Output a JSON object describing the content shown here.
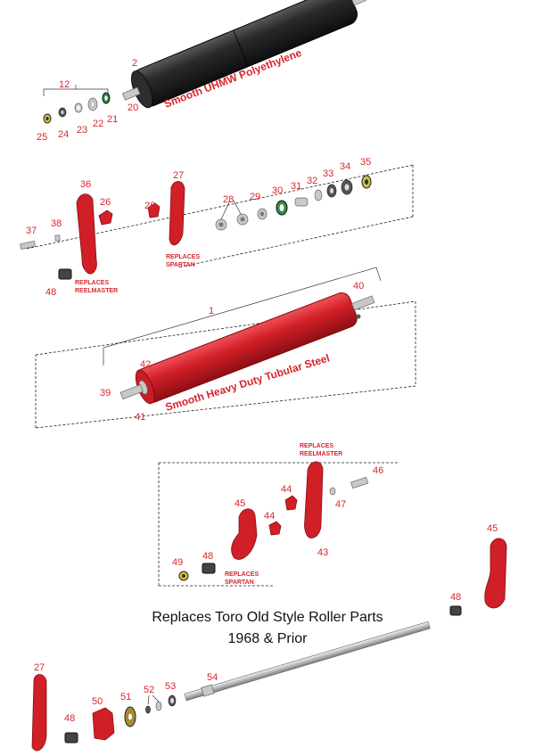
{
  "callouts": {
    "c1": "1",
    "c2": "2",
    "c12": "12",
    "c20": "20",
    "c21": "21",
    "c22": "22",
    "c23": "23",
    "c24": "24",
    "c25": "25",
    "c26a": "26",
    "c26b": "26",
    "c27a": "27",
    "c27b": "27",
    "c28": "28",
    "c29": "29",
    "c30": "30",
    "c31": "31",
    "c32": "32",
    "c33": "33",
    "c34": "34",
    "c35": "35",
    "c36": "36",
    "c37": "37",
    "c38": "38",
    "c39": "39",
    "c40": "40",
    "c41": "41",
    "c42": "42",
    "c43": "43",
    "c44a": "44",
    "c44b": "44",
    "c45a": "45",
    "c45b": "45",
    "c46": "46",
    "c47": "47",
    "c48a": "48",
    "c48b": "48",
    "c48c": "48",
    "c48d": "48",
    "c49": "49",
    "c50": "50",
    "c51": "51",
    "c52": "52",
    "c53": "53",
    "c54": "54"
  },
  "roller_labels": {
    "poly": "Smooth UHMW Polyethylene",
    "steel": "Smooth Heavy Duty Tubular Steel"
  },
  "notes": {
    "replaces": "REPLACES",
    "reelmaster": "REELMASTER",
    "spartan": "SPARTAN"
  },
  "caption": {
    "line1": "Replaces Toro Old Style Roller Parts",
    "line2": "1968 & Prior"
  },
  "colors": {
    "part_red": "#d01f27",
    "callout_red": "#d8262d",
    "roller_black": "#1e1e1e"
  }
}
